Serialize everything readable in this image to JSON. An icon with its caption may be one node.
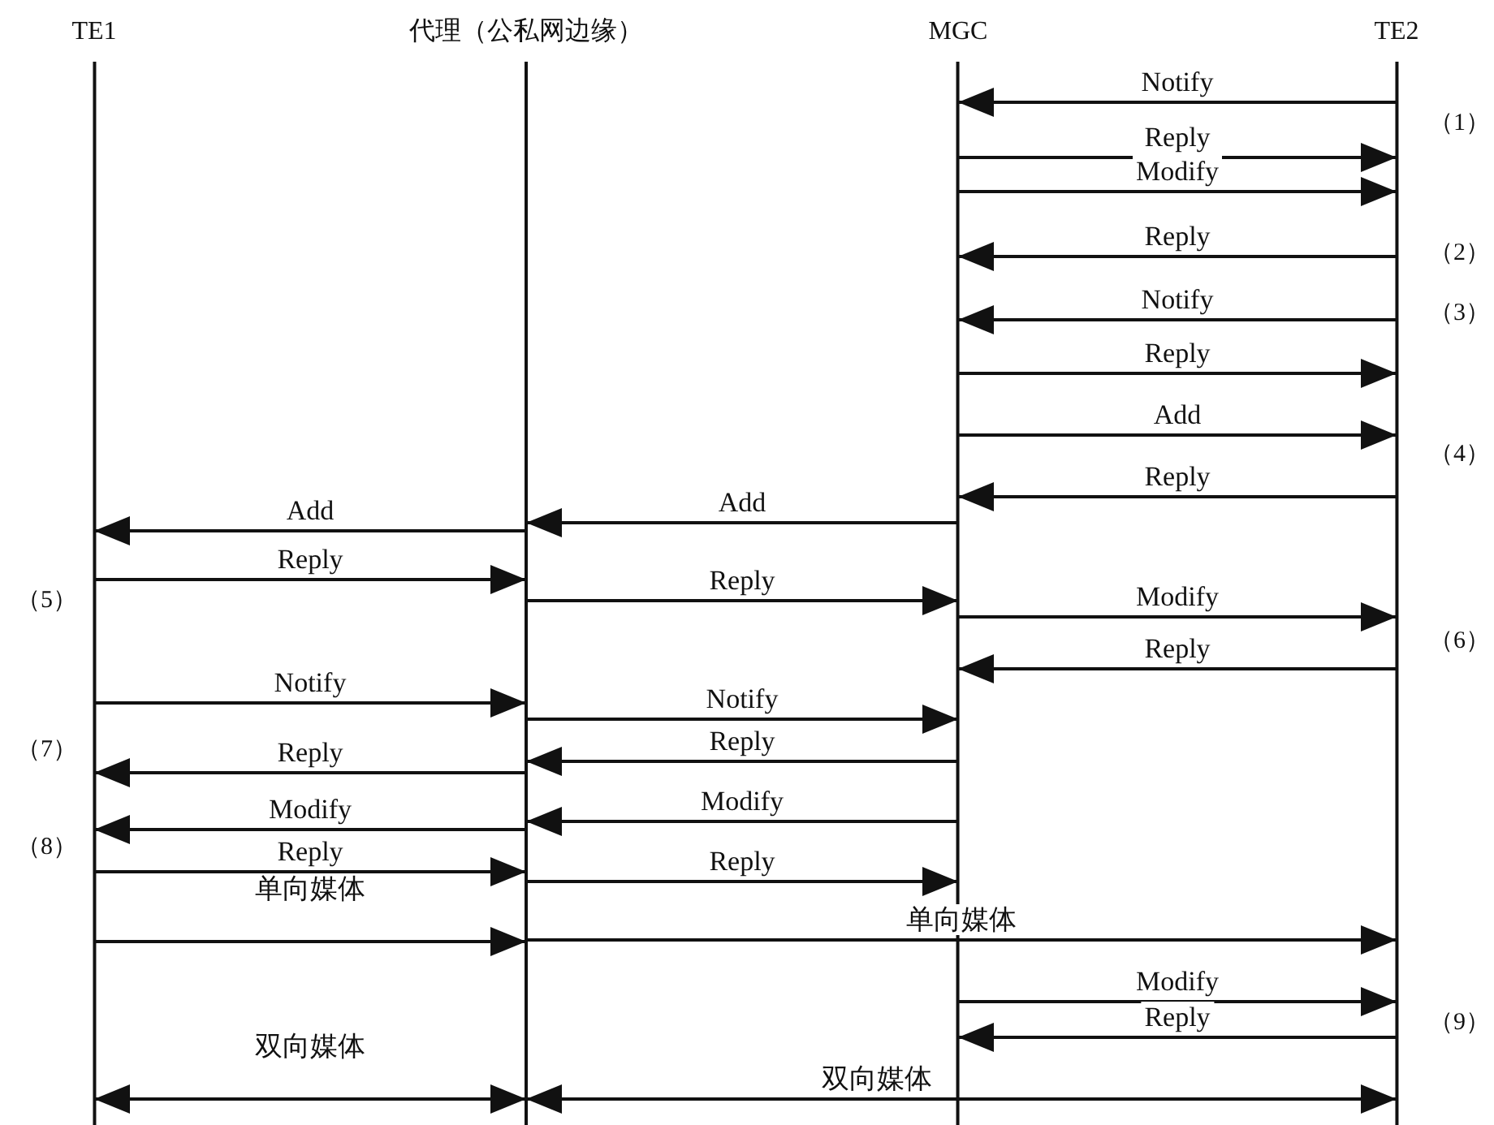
{
  "diagram": {
    "nodes": [
      {
        "text": [
          "TE1"
        ]
      },
      {
        "text": [
          "代理（公私网边缘）"
        ]
      },
      {
        "text": [
          "MGC"
        ]
      },
      {
        "text": [
          "TE2"
        ]
      }
    ],
    "edges": [
      {
        "from": 3,
        "to": 2,
        "arrow": "to",
        "label": "Notify"
      },
      {
        "from": 2,
        "to": 3,
        "arrow": "to",
        "label": "Reply"
      },
      {
        "from": 2,
        "to": 3,
        "arrow": "to",
        "label": "Modify"
      },
      {
        "from": 3,
        "to": 2,
        "arrow": "to",
        "label": "Reply"
      },
      {
        "from": 3,
        "to": 2,
        "arrow": "to",
        "label": "Notify"
      },
      {
        "from": 2,
        "to": 3,
        "arrow": "to",
        "label": "Reply"
      },
      {
        "from": 2,
        "to": 3,
        "arrow": "to",
        "label": "Add"
      },
      {
        "from": 3,
        "to": 2,
        "arrow": "to",
        "label": "Reply"
      },
      {
        "from": 1,
        "to": 0,
        "arrow": "to",
        "label": "Add"
      },
      {
        "from": 2,
        "to": 1,
        "arrow": "to",
        "label": "Add"
      },
      {
        "from": 0,
        "to": 1,
        "arrow": "to",
        "label": "Reply"
      },
      {
        "from": 1,
        "to": 2,
        "arrow": "to",
        "label": "Reply"
      },
      {
        "from": 2,
        "to": 3,
        "arrow": "to",
        "label": "Modify"
      },
      {
        "from": 3,
        "to": 2,
        "arrow": "to",
        "label": "Reply"
      },
      {
        "from": 0,
        "to": 1,
        "arrow": "to",
        "label": "Notify"
      },
      {
        "from": 1,
        "to": 2,
        "arrow": "to",
        "label": "Notify"
      },
      {
        "from": 2,
        "to": 1,
        "arrow": "to",
        "label": "Reply"
      },
      {
        "from": 1,
        "to": 0,
        "arrow": "to",
        "label": "Reply"
      },
      {
        "from": 2,
        "to": 1,
        "arrow": "to",
        "label": "Modify"
      },
      {
        "from": 1,
        "to": 0,
        "arrow": "to",
        "label": "Modify"
      },
      {
        "from": 0,
        "to": 1,
        "arrow": "to",
        "label": "Reply"
      },
      {
        "from": 1,
        "to": 2,
        "arrow": "to",
        "label": "Reply"
      },
      {
        "from": 0,
        "to": 1,
        "arrow": "to",
        "label": "单向媒体"
      },
      {
        "from": 1,
        "to": 3,
        "arrow": "to",
        "label": "单向媒体"
      },
      {
        "from": 2,
        "to": 3,
        "arrow": "to",
        "label": "Modify"
      },
      {
        "from": 3,
        "to": 2,
        "arrow": "to",
        "label": "Reply"
      },
      {
        "from": 0,
        "to": 1,
        "arrow": "both",
        "label": "双向媒体"
      },
      {
        "from": 1,
        "to": 3,
        "arrow": "both",
        "label": "双向媒体"
      }
    ],
    "labels": [
      "（1）",
      "（2）",
      "（3）",
      "（4）",
      "（5）",
      "（6）",
      "（7）",
      "（8）",
      "（9）"
    ]
  }
}
